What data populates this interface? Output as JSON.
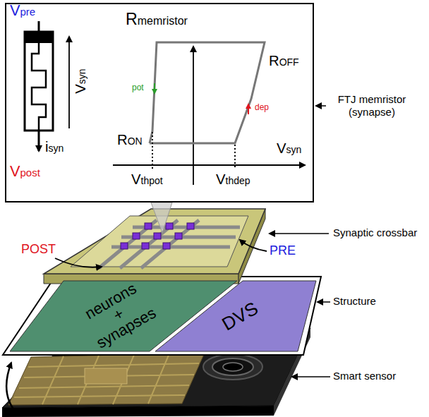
{
  "diagram": {
    "nodes": [
      {
        "text": [
          "neurons + synapses"
        ]
      },
      {
        "text": [
          "DVS"
        ]
      }
    ],
    "labels": [
      "Vpre",
      "Rmemristor",
      "ROFF",
      "pot",
      "Vsyn",
      "dep",
      "isyn",
      "RON",
      "Vsyn",
      "Vpost",
      "Vthpot",
      "Vthdep",
      "FTJ memristor (synapse)",
      "POST",
      "PRE",
      "Synaptic crossbar",
      "Structure",
      "Smart sensor"
    ]
  }
}
